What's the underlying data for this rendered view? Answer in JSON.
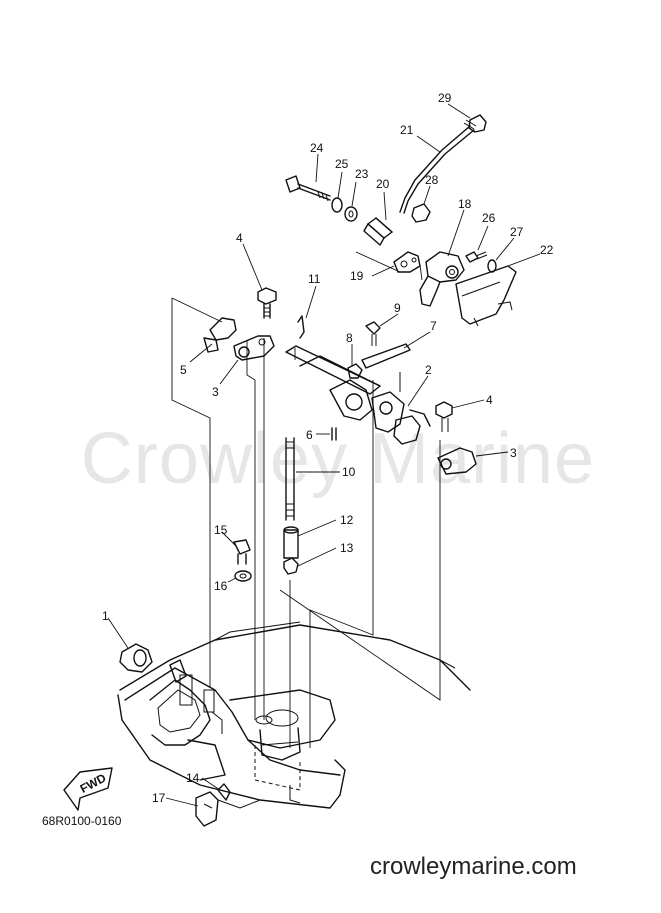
{
  "watermark": "Crowley Marine",
  "diagram_code": "68R0100-0160",
  "website": "crowleymarine.com",
  "fwd_label": "FWD",
  "callouts": [
    {
      "id": "c29",
      "text": "29"
    },
    {
      "id": "c21",
      "text": "21"
    },
    {
      "id": "c24",
      "text": "24"
    },
    {
      "id": "c25",
      "text": "25"
    },
    {
      "id": "c23",
      "text": "23"
    },
    {
      "id": "c20",
      "text": "20"
    },
    {
      "id": "c28",
      "text": "28"
    },
    {
      "id": "c18",
      "text": "18"
    },
    {
      "id": "c26",
      "text": "26"
    },
    {
      "id": "c27",
      "text": "27"
    },
    {
      "id": "c22",
      "text": "22"
    },
    {
      "id": "c19",
      "text": "19"
    },
    {
      "id": "c4a",
      "text": "4"
    },
    {
      "id": "c11",
      "text": "11"
    },
    {
      "id": "c9",
      "text": "9"
    },
    {
      "id": "c7",
      "text": "7"
    },
    {
      "id": "c8",
      "text": "8"
    },
    {
      "id": "c5",
      "text": "5"
    },
    {
      "id": "c3a",
      "text": "3"
    },
    {
      "id": "c2",
      "text": "2"
    },
    {
      "id": "c4b",
      "text": "4"
    },
    {
      "id": "c6",
      "text": "6"
    },
    {
      "id": "c3b",
      "text": "3"
    },
    {
      "id": "c10",
      "text": "10"
    },
    {
      "id": "c12",
      "text": "12"
    },
    {
      "id": "c15",
      "text": "15"
    },
    {
      "id": "c13",
      "text": "13"
    },
    {
      "id": "c16",
      "text": "16"
    },
    {
      "id": "c1",
      "text": "1"
    },
    {
      "id": "c14",
      "text": "14"
    },
    {
      "id": "c17",
      "text": "17"
    }
  ]
}
